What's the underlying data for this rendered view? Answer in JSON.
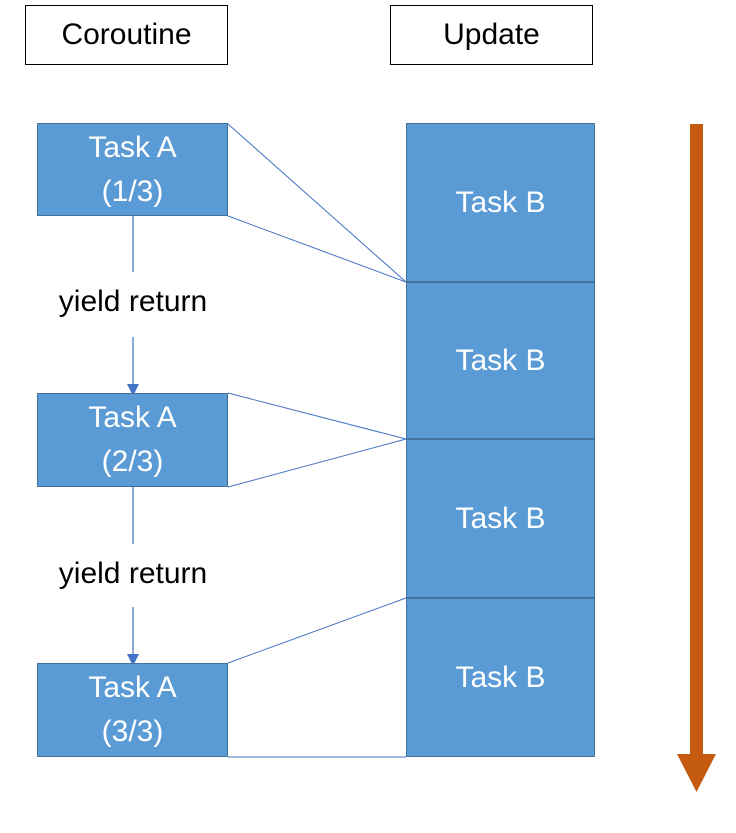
{
  "headers": {
    "left": "Coroutine",
    "right": "Update"
  },
  "coroutine": {
    "tasks": [
      {
        "name": "Task A",
        "step": "(1/3)"
      },
      {
        "name": "Task A",
        "step": "(2/3)"
      },
      {
        "name": "Task A",
        "step": "(3/3)"
      }
    ],
    "yield_labels": [
      "yield return",
      "yield return"
    ]
  },
  "update": {
    "frames": [
      "Task B",
      "Task B",
      "Task B",
      "Task B"
    ]
  },
  "colors": {
    "task_fill": "#5b9bd5",
    "task_border": "#41719c",
    "connector": "#4472c4",
    "time_arrow": "#c55a11"
  }
}
